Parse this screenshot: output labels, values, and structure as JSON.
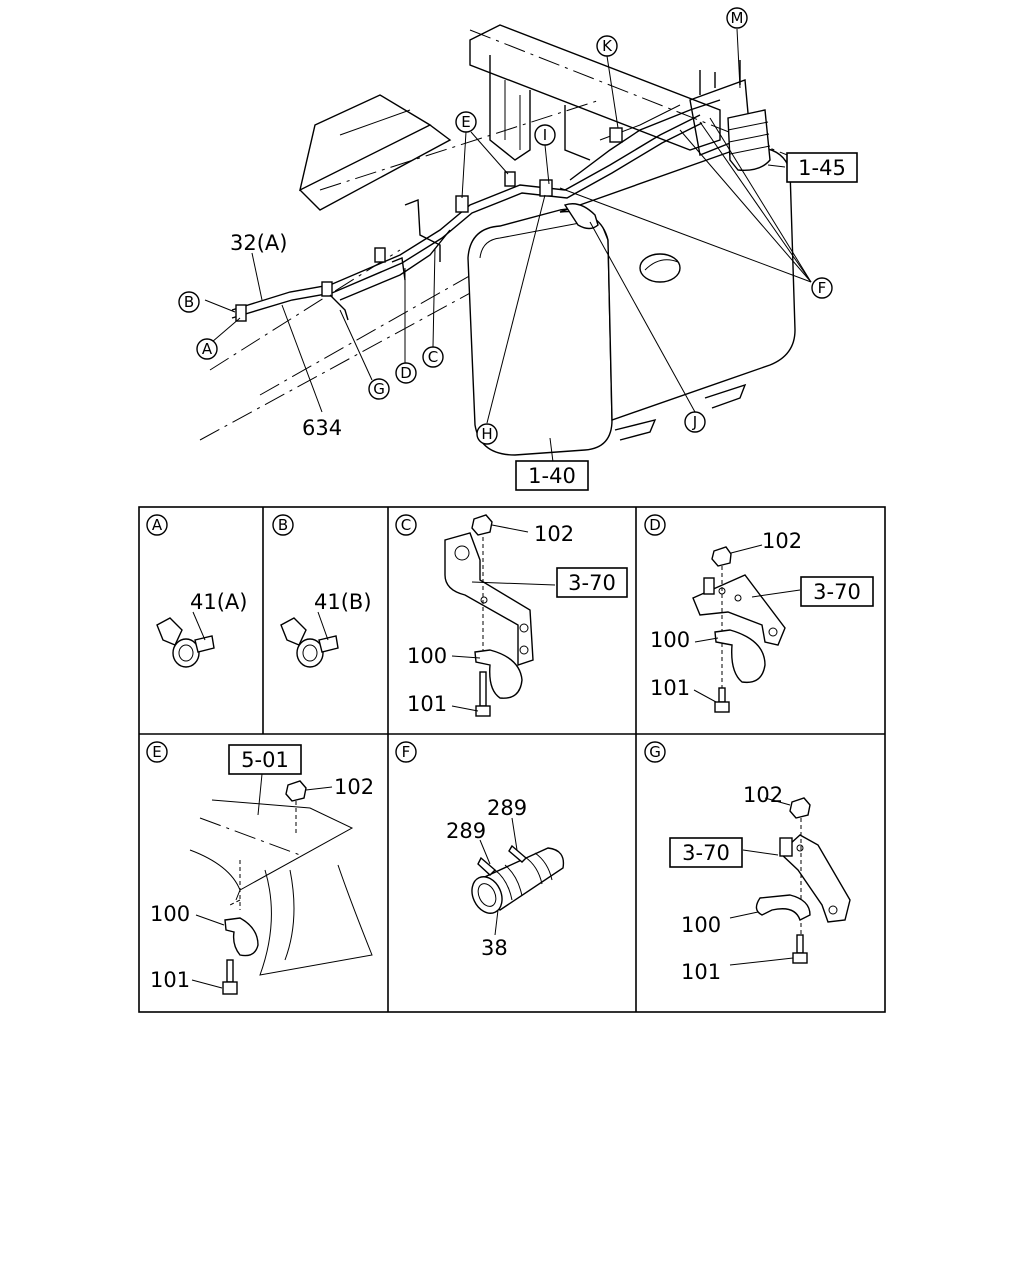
{
  "main_view": {
    "callouts": {
      "A": "A",
      "B": "B",
      "C": "C",
      "D": "D",
      "E": "E",
      "F": "F",
      "G": "G",
      "H": "H",
      "I": "I",
      "J": "J",
      "K": "K",
      "M": "M"
    },
    "labels": {
      "hose_32a": "32(A)",
      "pipe_634": "634"
    },
    "refs": {
      "ref_1_45": "1-45",
      "ref_1_40": "1-40"
    }
  },
  "details": {
    "A": {
      "letter": "A",
      "part": "41(A)"
    },
    "B": {
      "letter": "B",
      "part": "41(B)"
    },
    "C": {
      "letter": "C",
      "nut": "102",
      "ref": "3-70",
      "clip": "100",
      "bolt": "101"
    },
    "D": {
      "letter": "D",
      "nut": "102",
      "ref": "3-70",
      "clip": "100",
      "bolt": "101"
    },
    "E": {
      "letter": "E",
      "ref": "5-01",
      "nut": "102",
      "clip": "100",
      "bolt": "101"
    },
    "F": {
      "letter": "F",
      "clamp_left": "289",
      "clamp_right": "289",
      "hose": "38"
    },
    "G": {
      "letter": "G",
      "nut": "102",
      "ref": "3-70",
      "clip": "100",
      "bolt": "101"
    }
  }
}
